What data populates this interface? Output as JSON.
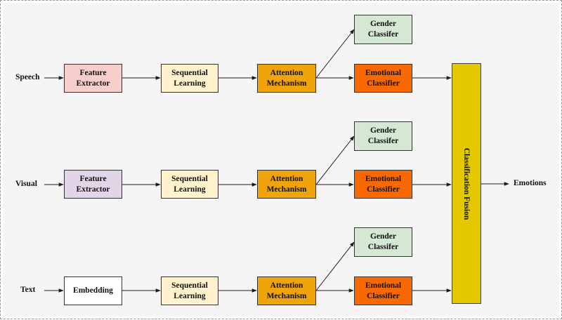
{
  "colors": {
    "background": "#f5f5f5",
    "feature_speech": "#f8cecc",
    "feature_visual": "#e1d5e7",
    "embedding": "#ffffff",
    "sequential": "#fff2cc",
    "attention": "#f0a30a",
    "gender": "#d5e8d4",
    "emotional": "#fa6800",
    "fusion": "#e3c800",
    "line": "#1a1a1a"
  },
  "inputs": {
    "speech": "Speech",
    "visual": "Visual",
    "text": "Text"
  },
  "rows": {
    "speech": {
      "extractor": "Feature\nExtractor",
      "sequential": "Sequential\nLearning",
      "attention": "Attention\nMechanism",
      "gender": "Gender\nClassifer",
      "emotional": "Emotional\nClassifier"
    },
    "visual": {
      "extractor": "Feature\nExtractor",
      "sequential": "Sequential\nLearning",
      "attention": "Attention\nMechanism",
      "gender": "Gender\nClassifer",
      "emotional": "Emotional\nClassifier"
    },
    "text": {
      "extractor": "Embedding",
      "sequential": "Sequential\nLearning",
      "attention": "Attention\nMechanism",
      "gender": "Gender\nClassifer",
      "emotional": "Emotional\nClassifier"
    }
  },
  "fusion": {
    "label": "Classification Fusion"
  },
  "output": {
    "label": "Emotions"
  }
}
